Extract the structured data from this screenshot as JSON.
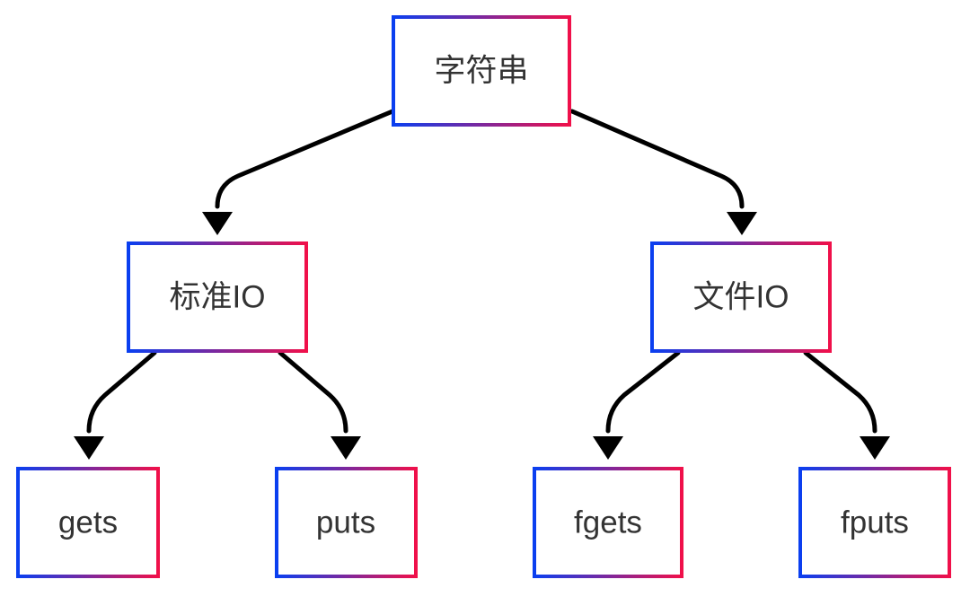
{
  "diagram": {
    "type": "tree",
    "colors": {
      "border_gradient_start": "#0a3ff0",
      "border_gradient_end": "#f0104a",
      "edge": "#000000",
      "text": "#333333",
      "background": "#ffffff"
    },
    "nodes": {
      "root": {
        "label": "字符串"
      },
      "std_io": {
        "label": "标准IO"
      },
      "file_io": {
        "label": "文件IO"
      },
      "gets": {
        "label": "gets"
      },
      "puts": {
        "label": "puts"
      },
      "fgets": {
        "label": "fgets"
      },
      "fputs": {
        "label": "fputs"
      }
    },
    "edges": [
      {
        "from": "root",
        "to": "std_io"
      },
      {
        "from": "root",
        "to": "file_io"
      },
      {
        "from": "std_io",
        "to": "gets"
      },
      {
        "from": "std_io",
        "to": "puts"
      },
      {
        "from": "file_io",
        "to": "fgets"
      },
      {
        "from": "file_io",
        "to": "fputs"
      }
    ]
  }
}
